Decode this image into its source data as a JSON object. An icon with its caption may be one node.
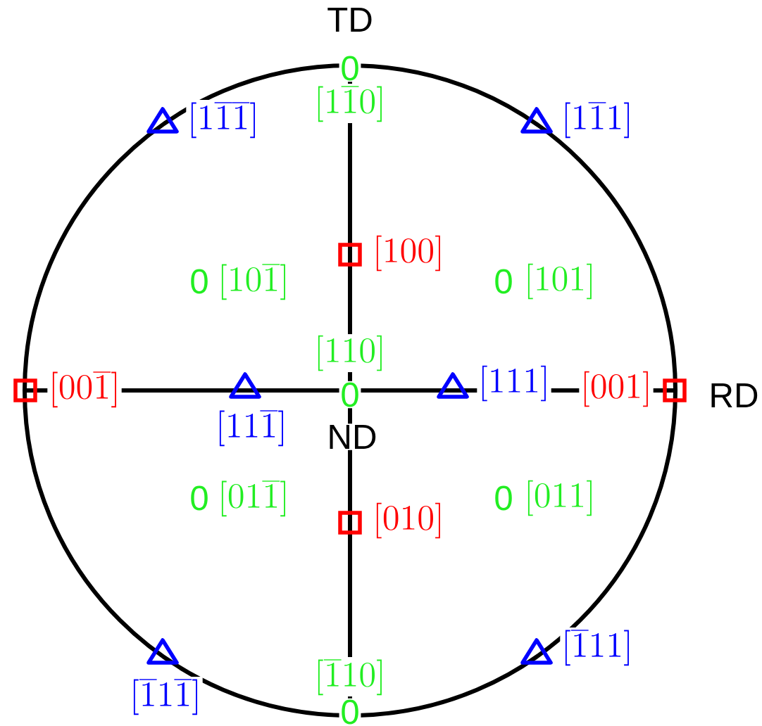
{
  "diagram": {
    "labels": [
      "TD",
      "0",
      "[1\\overline{1}0]",
      "[1\\overline{1}\\overline{1}]",
      "[1\\overline{1}1]",
      "[100]",
      "0",
      "[10\\overline{1}]",
      "0",
      "[101]",
      "[110]",
      "[00\\overline{1}]",
      "0",
      "[111]",
      "[001]",
      "RD",
      "[11\\overline{1}]",
      "ND",
      "0",
      "[01\\overline{1}]",
      "0",
      "[011]",
      "[010]",
      "[\\overline{1}11]",
      "[\\overline{1}10]",
      "[\\overline{1}1\\overline{1}]",
      "0"
    ]
  }
}
